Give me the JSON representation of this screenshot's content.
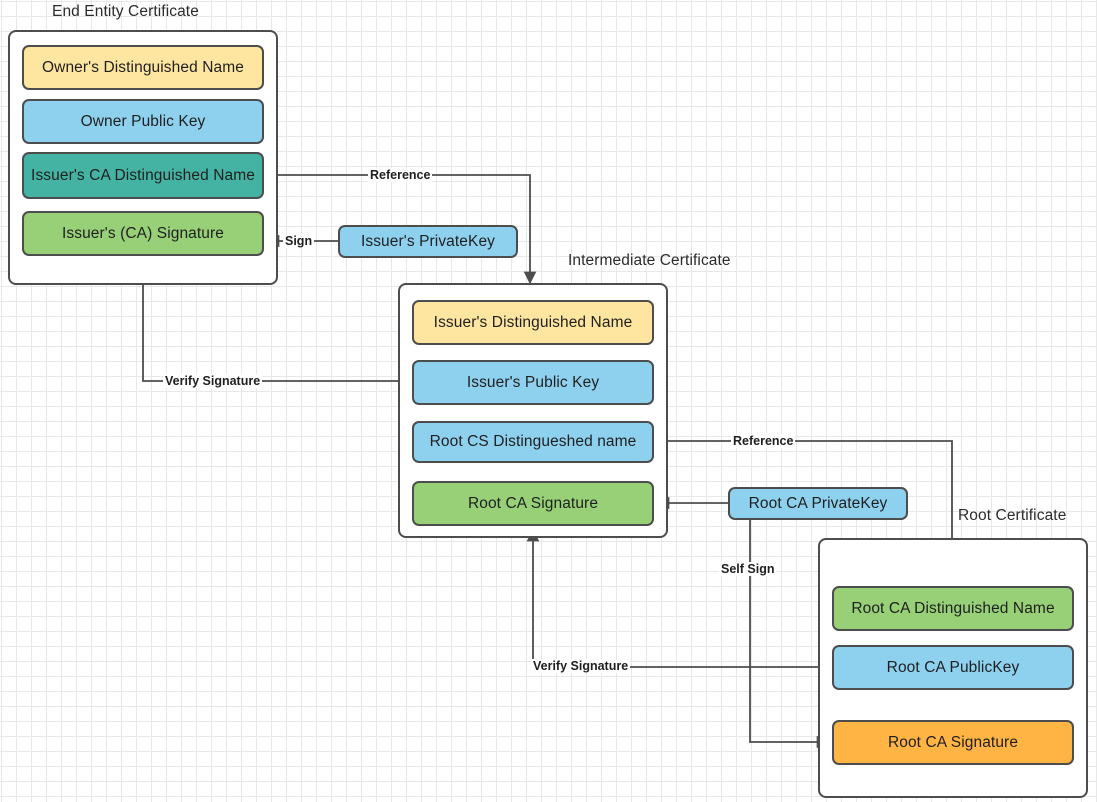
{
  "diagram": {
    "title_hidden": "X.509 Certificate Chain of Trust",
    "colors": {
      "yellow": "#ffe6a0",
      "blue": "#8ed1ef",
      "teal": "#45b3a3",
      "green": "#97d077",
      "orange": "#ffb443",
      "stroke": "#4d4d4d",
      "text": "#1f1f1f",
      "grid_minor": "#e8e8e8",
      "grid_major": "#d4d4d4",
      "background": "#ffffff"
    }
  },
  "certificates": [
    {
      "id": "end-entity",
      "title": "End Entity Certificate",
      "fields": [
        {
          "label": "Owner's Distinguished Name",
          "color": "#ffe6a0"
        },
        {
          "label": "Owner Public  Key",
          "color": "#8ed1ef"
        },
        {
          "label": "Issuer's CA Distinguished Name",
          "color": "#45b3a3"
        },
        {
          "label": "Issuer's (CA) Signature",
          "color": "#97d077"
        }
      ]
    },
    {
      "id": "intermediate",
      "title": "Intermediate Certificate",
      "fields": [
        {
          "label": "Issuer's Distinguished Name",
          "color": "#ffe6a0"
        },
        {
          "label": "Issuer's Public  Key",
          "color": "#8ed1ef"
        },
        {
          "label": "Root CS Distingueshed name",
          "color": "#8ed1ef"
        },
        {
          "label": "Root CA Signature",
          "color": "#97d077"
        }
      ]
    },
    {
      "id": "root",
      "title": "Root Certificate",
      "fields": [
        {
          "label": "Root CA Distinguished Name",
          "color": "#97d077"
        },
        {
          "label": "Root CA PublicKey",
          "color": "#8ed1ef"
        },
        {
          "label": "Root CA Signature",
          "color": "#ffb443"
        }
      ]
    }
  ],
  "keys": [
    {
      "id": "issuer-private-key",
      "label": "Issuer's PrivateKey",
      "color": "#8ed1ef"
    },
    {
      "id": "root-ca-private-key",
      "label": "Root CA PrivateKey",
      "color": "#8ed1ef"
    }
  ],
  "edges": [
    {
      "id": "ee-reference",
      "label": "Reference"
    },
    {
      "id": "ee-sign",
      "label": "Sign"
    },
    {
      "id": "ee-verify-signature",
      "label": "Verify Signature"
    },
    {
      "id": "int-reference",
      "label": "Reference"
    },
    {
      "id": "root-self-sign",
      "label": "Self Sign"
    },
    {
      "id": "int-verify-signature",
      "label": "Verify Signature"
    }
  ]
}
